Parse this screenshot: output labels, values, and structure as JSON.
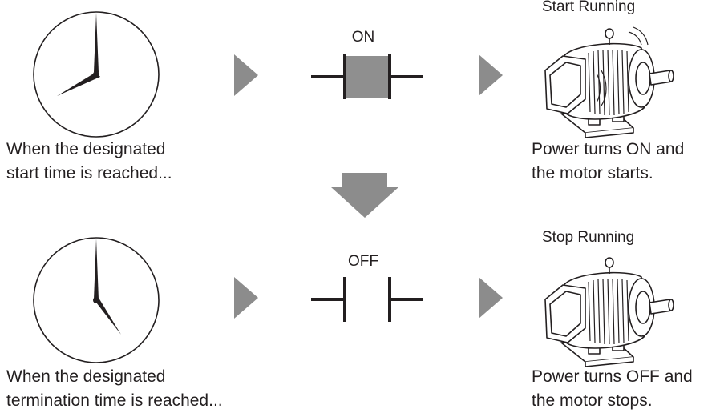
{
  "colors": {
    "ink": "#231f20",
    "arrow_gray": "#8c8c8c",
    "contact_fill": "#8f8f8f",
    "background": "#ffffff"
  },
  "top_row": {
    "clock_icon": "clock-icon",
    "caption_line1": "When the designated",
    "caption_line2": "start time is reached...",
    "contact_label": "ON",
    "contact_icon": "closed-contact-icon",
    "motor_title": "Start Running",
    "motor_icon": "running-motor-icon",
    "result_line1": "Power turns ON and",
    "result_line2": "the motor starts."
  },
  "bottom_row": {
    "clock_icon": "clock-icon",
    "caption_line1": "When the designated",
    "caption_line2": "termination time is reached...",
    "contact_label": "OFF",
    "contact_icon": "open-contact-icon",
    "motor_title": "Stop Running",
    "motor_icon": "stopped-motor-icon",
    "result_line1": "Power turns OFF and",
    "result_line2": "the motor stops."
  },
  "arrows": {
    "right_icon": "arrow-right-icon",
    "down_icon": "arrow-down-icon"
  }
}
